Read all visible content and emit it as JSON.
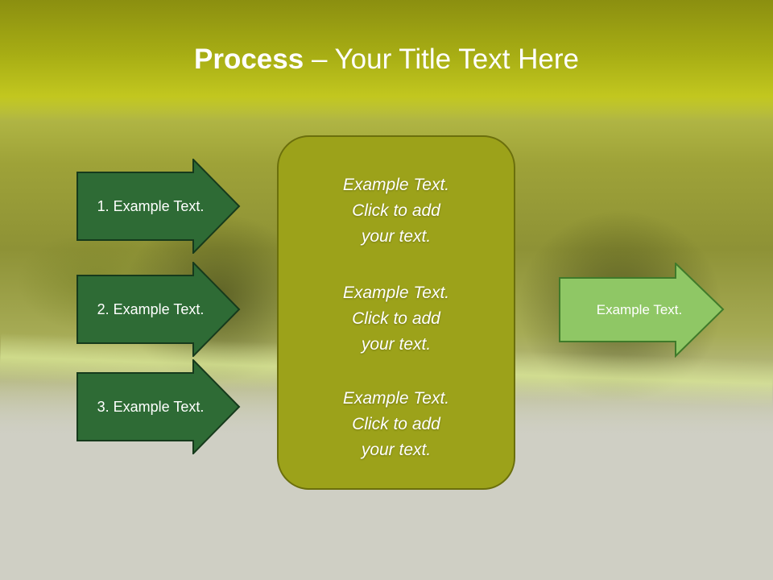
{
  "title": {
    "bold": "Process",
    "rest": " – Your Title Text Here"
  },
  "left_steps": [
    {
      "label": "1. Example Text."
    },
    {
      "label": "2. Example Text."
    },
    {
      "label": "3. Example Text."
    }
  ],
  "center_items": [
    {
      "line1": "Example Text.",
      "line2": "Click  to add",
      "line3": "your text."
    },
    {
      "line1": "Example Text.",
      "line2": "Click  to add",
      "line3": "your text."
    },
    {
      "line1": "Example Text.",
      "line2": "Click  to add",
      "line3": "your text."
    }
  ],
  "right_output": {
    "label": "Example Text."
  },
  "colors": {
    "title_band": "#a7ad14",
    "dark_arrow": "#2e6b35",
    "center_box": "#9ca21a",
    "light_arrow": "#8fc765"
  }
}
